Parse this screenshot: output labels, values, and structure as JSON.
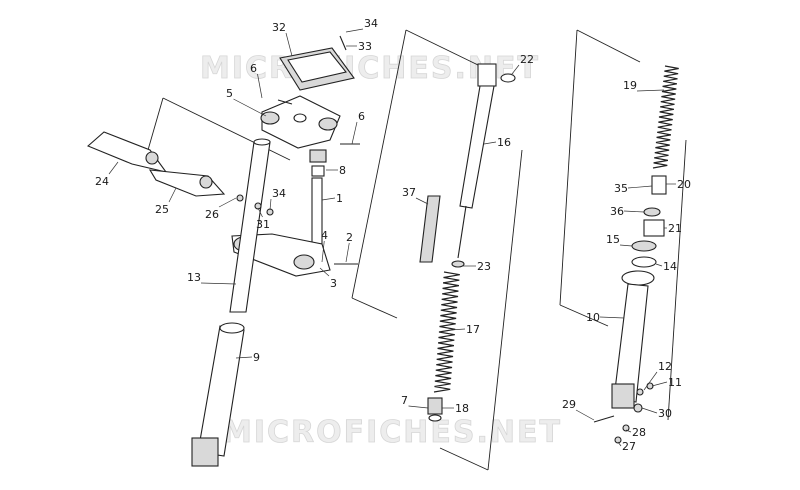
{
  "watermarks": [
    "MICROFICHES.NET",
    "MICROFICHES.NET"
  ],
  "callouts": [
    {
      "id": "c1",
      "text": "1"
    },
    {
      "id": "c2",
      "text": "2"
    },
    {
      "id": "c3",
      "text": "3"
    },
    {
      "id": "c4",
      "text": "4"
    },
    {
      "id": "c5",
      "text": "5"
    },
    {
      "id": "c6a",
      "text": "6"
    },
    {
      "id": "c6b",
      "text": "6"
    },
    {
      "id": "c7",
      "text": "7"
    },
    {
      "id": "c8",
      "text": "8"
    },
    {
      "id": "c9",
      "text": "9"
    },
    {
      "id": "c10",
      "text": "10"
    },
    {
      "id": "c11",
      "text": "11"
    },
    {
      "id": "c12",
      "text": "12"
    },
    {
      "id": "c13",
      "text": "13"
    },
    {
      "id": "c14",
      "text": "14"
    },
    {
      "id": "c15",
      "text": "15"
    },
    {
      "id": "c16",
      "text": "16"
    },
    {
      "id": "c17",
      "text": "17"
    },
    {
      "id": "c18",
      "text": "18"
    },
    {
      "id": "c19",
      "text": "19"
    },
    {
      "id": "c20",
      "text": "20"
    },
    {
      "id": "c21",
      "text": "21"
    },
    {
      "id": "c22",
      "text": "22"
    },
    {
      "id": "c23",
      "text": "23"
    },
    {
      "id": "c24",
      "text": "24"
    },
    {
      "id": "c25",
      "text": "25"
    },
    {
      "id": "c26",
      "text": "26"
    },
    {
      "id": "c27",
      "text": "27"
    },
    {
      "id": "c28",
      "text": "28"
    },
    {
      "id": "c29",
      "text": "29"
    },
    {
      "id": "c30",
      "text": "30"
    },
    {
      "id": "c31",
      "text": "31"
    },
    {
      "id": "c32",
      "text": "32"
    },
    {
      "id": "c33",
      "text": "33"
    },
    {
      "id": "c34a",
      "text": "34"
    },
    {
      "id": "c34b",
      "text": "34"
    },
    {
      "id": "c35",
      "text": "35"
    },
    {
      "id": "c36",
      "text": "36"
    },
    {
      "id": "c37",
      "text": "37"
    }
  ]
}
